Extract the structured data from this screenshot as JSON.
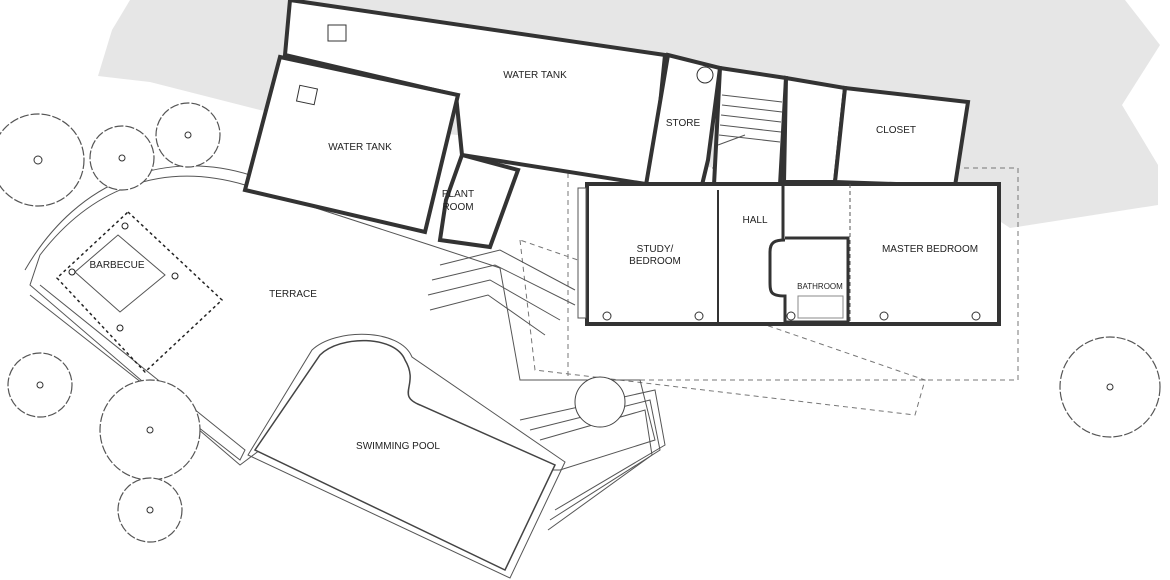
{
  "plan": {
    "rooms": {
      "water_tank_upper": "WATER TANK",
      "water_tank_lower": "WATER TANK",
      "store": "STORE",
      "closet": "CLOSET",
      "plant_room_1": "PLANT",
      "plant_room_2": "ROOM",
      "hall": "HALL",
      "study_1": "STUDY/",
      "study_2": "BEDROOM",
      "master_bedroom": "MASTER BEDROOM",
      "bathroom": "BATHROOM",
      "barbecue": "BARBECUE",
      "terrace": "TERRACE",
      "swimming_pool": "SWIMMING POOL"
    },
    "colors": {
      "hillside": "#e6e6e6",
      "wall": "#333333"
    }
  }
}
